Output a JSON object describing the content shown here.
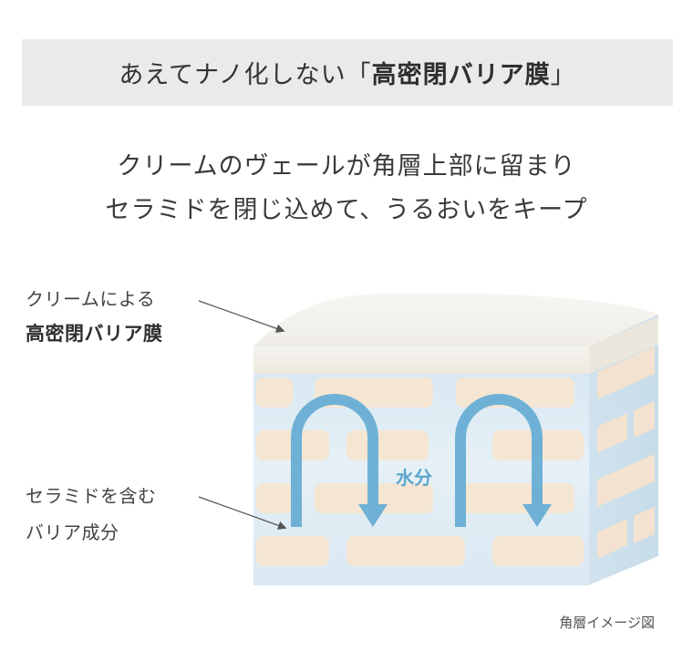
{
  "title": {
    "prefix": "あえてナノ化しない「",
    "emphasis": "高密閉バリア膜",
    "suffix": "」"
  },
  "subtitle": {
    "line1": "クリームのヴェールが角層上部に留まり",
    "line2": "セラミドを閉じ込めて、うるおいをキープ"
  },
  "labels": {
    "cream_line1": "クリームによる",
    "cream_line2": "高密閉バリア膜",
    "ceramide_line1": "セラミドを含む",
    "ceramide_line2": "バリア成分",
    "water": "水分"
  },
  "caption": "角層イメージ図",
  "colors": {
    "banner_bg": "#eaeaea",
    "cream_layer": "#f4f2ec",
    "cell_brick": "#f5e6d3",
    "matrix_blue": "#dcebf4",
    "arrow_blue": "#6fb1d6"
  }
}
